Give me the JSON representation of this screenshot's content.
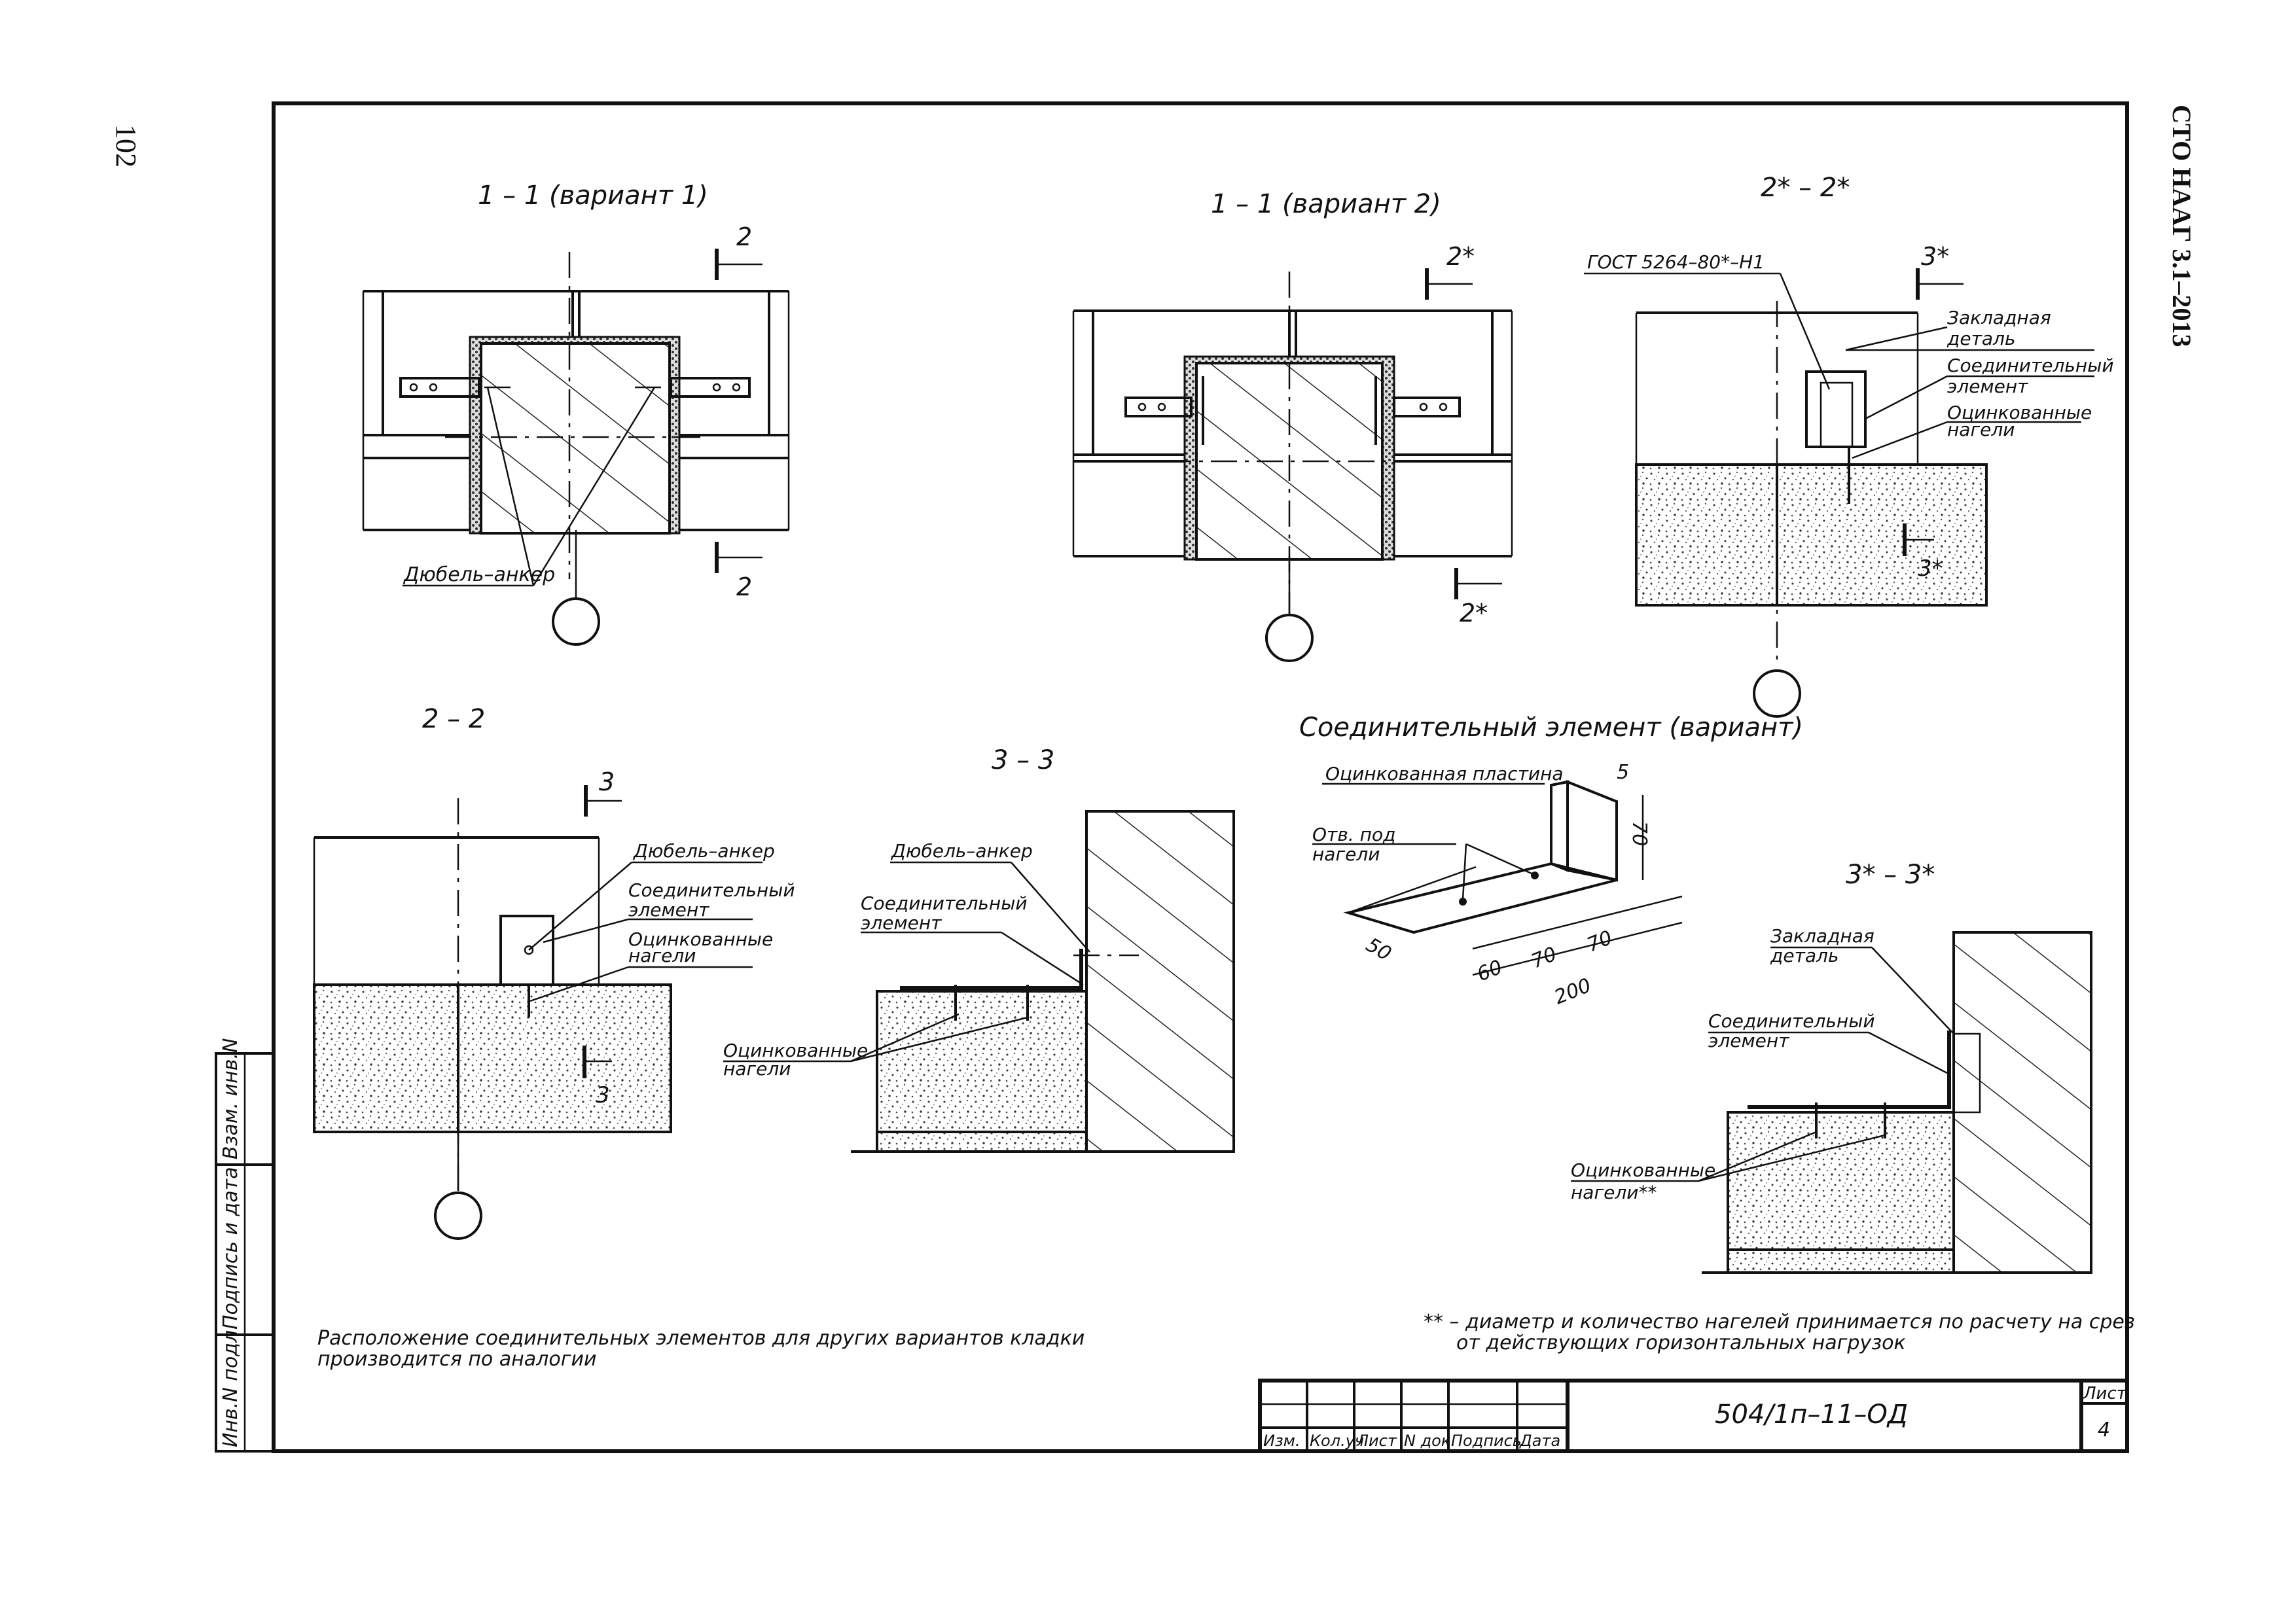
{
  "page_number": "102",
  "standard_code": "СТО НААГ 3.1–2013",
  "sections": {
    "s11v1": {
      "title": "1 – 1 (вариант 1)",
      "cut_top": "2",
      "cut_bottom": "2",
      "label_dowel": "Дюбель–анкер"
    },
    "s11v2": {
      "title": "1 – 1 (вариант 2)",
      "cut_top": "2*",
      "cut_bottom": "2*"
    },
    "s2s2": {
      "title": "2* – 2*",
      "gost": "ГОСТ 5264–80*–Н1",
      "cut_top": "3*",
      "cut_bottom": "3*",
      "label_embedded_1": "Закладная",
      "label_embedded_2": "деталь",
      "label_connector_1": "Соединительный",
      "label_connector_2": "элемент",
      "label_nails_1": "Оцинкованные",
      "label_nails_2": "нагели"
    },
    "s22": {
      "title": "2 – 2",
      "cut_top": "3",
      "cut_bottom": "3",
      "label_dowel": "Дюбель–анкер",
      "label_connector_1": "Соединительный",
      "label_connector_2": "элемент",
      "label_nails_1": "Оцинкованные",
      "label_nails_2": "нагели"
    },
    "s33": {
      "title": "3 – 3",
      "label_dowel": "Дюбель–анкер",
      "label_connector_1": "Соединительный",
      "label_connector_2": "элемент",
      "label_nails_1": "Оцинкованные",
      "label_nails_2": "нагели"
    },
    "connector": {
      "title": "Соединительный элемент (вариант)",
      "label_plate": "Оцинкованная пластина",
      "label_holes_1": "Отв. под",
      "label_holes_2": "нагели",
      "dim_5": "5",
      "dim_70v": "70",
      "dim_50": "50",
      "dim_60": "60",
      "dim_70a": "70",
      "dim_70b": "70",
      "dim_200": "200"
    },
    "s3s3": {
      "title": "3* – 3*",
      "label_embedded_1": "Закладная",
      "label_embedded_2": "деталь",
      "label_connector_1": "Соединительный",
      "label_connector_2": "элемент",
      "label_nails_1": "Оцинкованные",
      "label_nails_2": "нагели**"
    }
  },
  "notes": {
    "left_1": "Расположение соединительных элементов для других вариантов кладки",
    "left_2": "производится по аналогии",
    "right_1": "** – диаметр и количество нагелей принимается по расчету на срез",
    "right_2": "от действующих горизонтальных нагрузок"
  },
  "side_stamp": {
    "col1": "Инв.N подл.",
    "col2": "Подпись и дата",
    "col3": "Взам. инв.N"
  },
  "title_block": {
    "headers": [
      "Изм.",
      "Кол.уч",
      "Лист",
      "N док.",
      "Подпись",
      "Дата"
    ],
    "doc_code": "504/1п–11–ОД",
    "sheet_label": "Лист",
    "sheet_number": "4"
  }
}
